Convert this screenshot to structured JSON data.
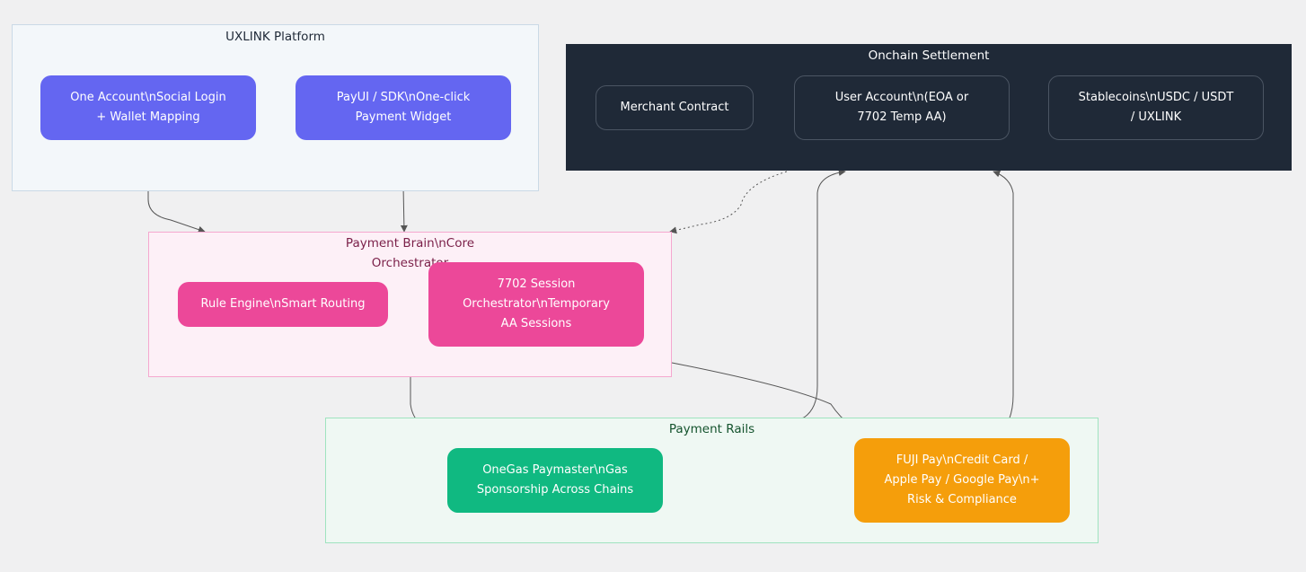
{
  "groups": {
    "uxlink": {
      "title": "UXLINK Platform"
    },
    "onchain": {
      "title": "Onchain Settlement"
    },
    "brain": {
      "title": "Payment Brain\\nCore\nOrchestrator"
    },
    "rails": {
      "title": "Payment Rails"
    }
  },
  "nodes": {
    "one_account": "One Account\\nSocial Login\n+ Wallet Mapping",
    "payui": "PayUI / SDK\\nOne-click\nPayment Widget",
    "merchant_contract": "Merchant Contract",
    "user_account": "User Account\\n(EOA or\n7702 Temp AA)",
    "stablecoins": "Stablecoins\\nUSDC / USDT\n/ UXLINK",
    "rule_engine": "Rule Engine\\nSmart Routing",
    "session_orchestrator": "7702 Session\nOrchestrator\\nTemporary\nAA Sessions",
    "onegas": "OneGas Paymaster\\nGas\nSponsorship Across Chains",
    "fuji": "FUJI Pay\\nCredit Card /\nApple Pay / Google Pay\\n+\nRisk & Compliance"
  },
  "colors": {
    "background": "#f0f0f1",
    "uxlink_node": "#6466f1",
    "onchain_group": "#1f2937",
    "brain_node": "#ec4899",
    "onegas_node": "#10b981",
    "fuji_node": "#f59e0b",
    "edge": "#555555"
  },
  "edges": [
    {
      "from": "one_account",
      "to": "payment_brain",
      "style": "solid"
    },
    {
      "from": "payui",
      "to": "payment_brain",
      "style": "solid"
    },
    {
      "from": "onchain_settlement",
      "to": "payment_brain",
      "style": "dotted"
    },
    {
      "from": "payment_brain",
      "to": "onegas",
      "style": "solid"
    },
    {
      "from": "payment_brain",
      "to": "fuji",
      "style": "solid"
    },
    {
      "from": "onegas",
      "to": "user_account",
      "style": "solid"
    },
    {
      "from": "fuji",
      "to": "stablecoins",
      "style": "solid"
    }
  ]
}
